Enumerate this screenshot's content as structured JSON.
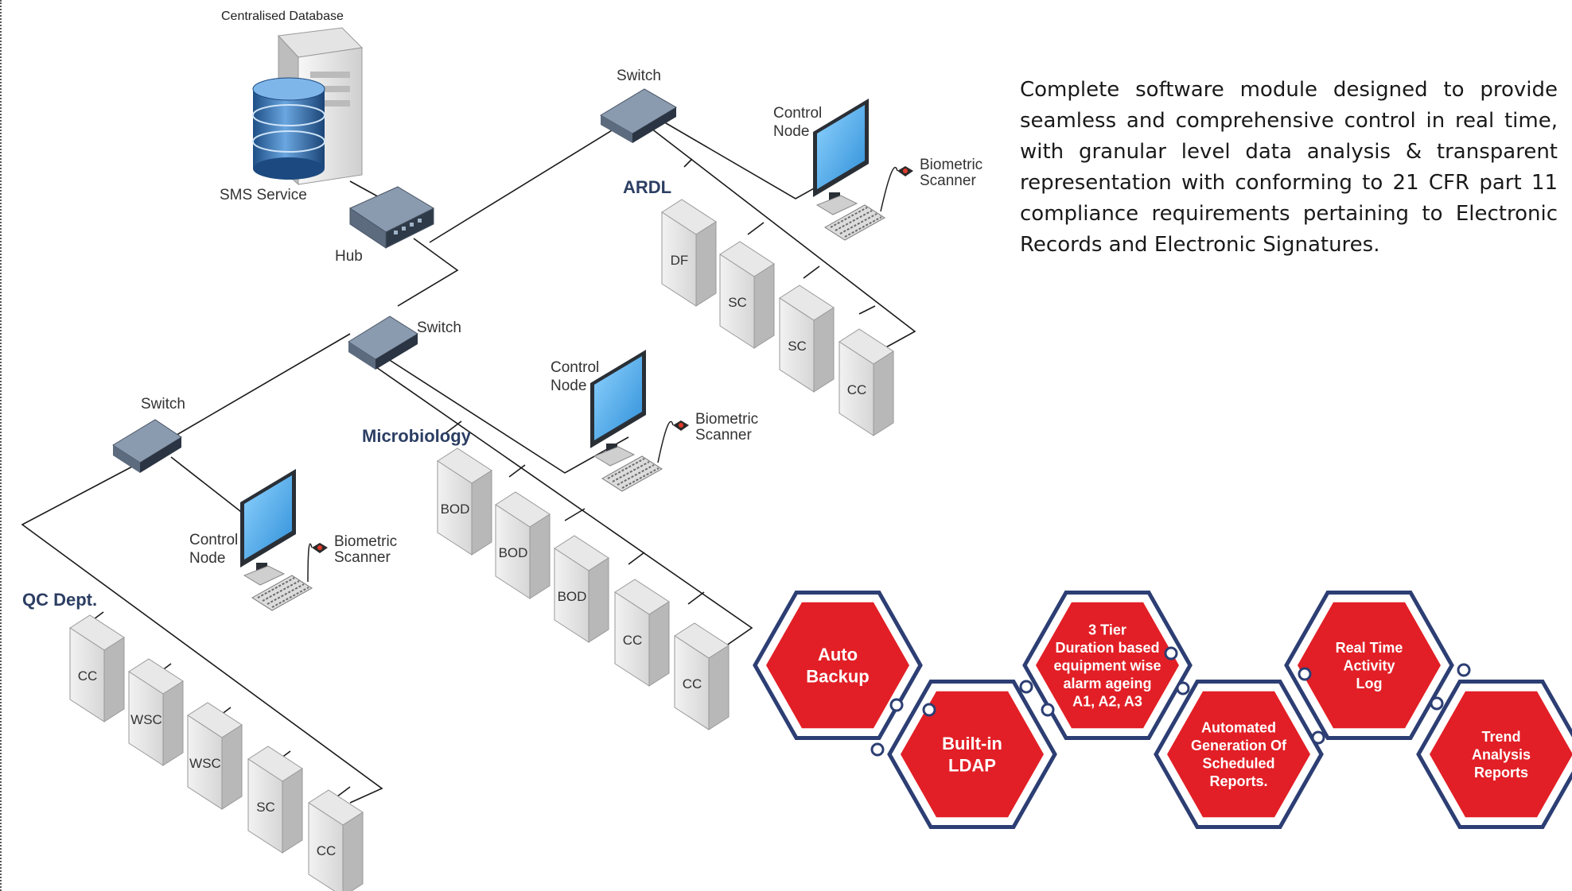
{
  "description": "Complete software module designed to provide seamless and comprehensive control in real time, with granular level data analysis & transparent representation with conforming to 21 CFR part 11 compliance requirements pertaining to Electronic Records and Electronic Signatures.",
  "server": {
    "title": "Centralised Database",
    "service": "SMS Service"
  },
  "hub_label": "Hub",
  "switch_label": "Switch",
  "control_node": [
    "Control",
    "Node"
  ],
  "biometric": [
    "Biometric",
    "Scanner"
  ],
  "departments": {
    "ardl": "ARDL",
    "microbiology": "Microbiology",
    "qc": "QC Dept."
  },
  "cabinets": {
    "ardl": [
      "DF",
      "SC",
      "SC",
      "CC"
    ],
    "microbiology": [
      "BOD",
      "BOD",
      "BOD",
      "CC",
      "CC"
    ],
    "qc": [
      "CC",
      "WSC",
      "WSC",
      "SC",
      "CC"
    ]
  },
  "features": [
    {
      "lines": [
        "Auto",
        "Backup"
      ]
    },
    {
      "lines": [
        "Built-in",
        "LDAP"
      ]
    },
    {
      "lines": [
        "3 Tier",
        "Duration based",
        "equipment wise",
        "alarm ageing",
        "A1, A2, A3"
      ]
    },
    {
      "lines": [
        "Automated",
        "Generation Of",
        "Scheduled",
        "Reports."
      ]
    },
    {
      "lines": [
        "Real Time",
        "Activity",
        "Log"
      ]
    },
    {
      "lines": [
        "Trend",
        "Analysis",
        "Reports"
      ]
    }
  ],
  "colors": {
    "hex_fill": "#e21f26",
    "hex_border": "#2c3e73",
    "screen": "#4fb1ec",
    "dept_text": "#2c3e63"
  }
}
